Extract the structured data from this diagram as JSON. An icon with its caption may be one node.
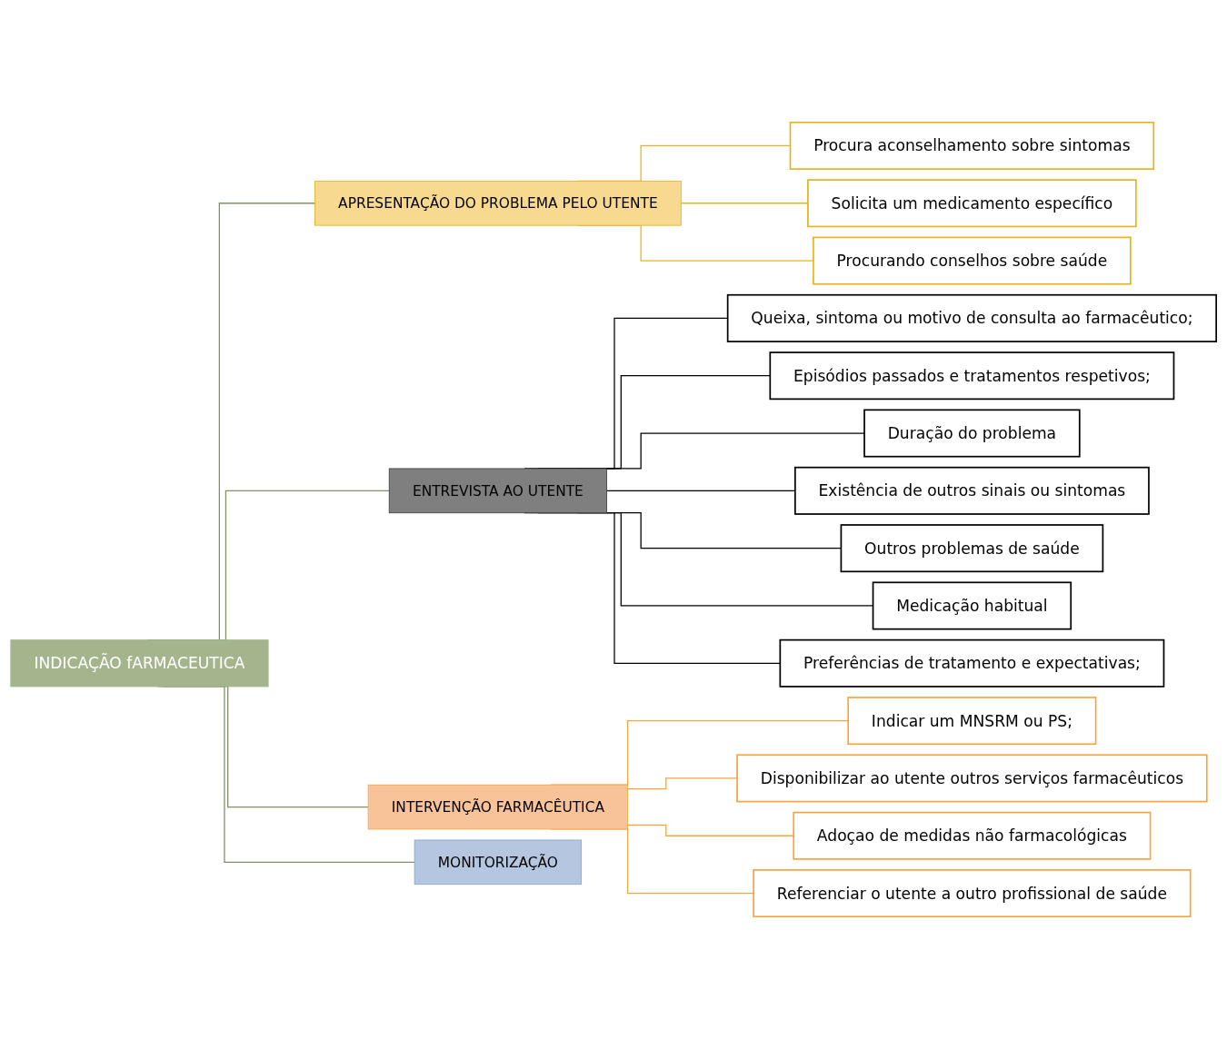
{
  "diagram": {
    "nodes": [
      {
        "text": [
          "INDICAÇÃO fARMACEUTICA"
        ]
      },
      {
        "text": [
          "APRESENTAÇÃO DO PROBLEMA PELO UTENTE"
        ]
      },
      {
        "text": [
          "Procura aconselhamento sobre sintomas"
        ]
      },
      {
        "text": [
          "Solicita um medicamento específico"
        ]
      },
      {
        "text": [
          "Procurando conselhos sobre saúde"
        ]
      },
      {
        "text": [
          "ENTREVISTA AO UTENTE"
        ]
      },
      {
        "text": [
          "Queixa, sintoma ou motivo de consulta ao farmacêutico;"
        ]
      },
      {
        "text": [
          "Episódios passados e tratamentos respetivos;"
        ]
      },
      {
        "text": [
          "Duração do problema"
        ]
      },
      {
        "text": [
          "Existência de outros sinais ou sintomas"
        ]
      },
      {
        "text": [
          "Outros problemas de saúde"
        ]
      },
      {
        "text": [
          "Medicação habitual"
        ]
      },
      {
        "text": [
          "Preferências de tratamento e expectativas;"
        ]
      },
      {
        "text": [
          "INTERVENÇÃO FARMACÊUTICA"
        ]
      },
      {
        "text": [
          "Indicar um MNSRM ou PS;"
        ]
      },
      {
        "text": [
          "Disponibilizar ao utente outros serviços farmacêuticos"
        ]
      },
      {
        "text": [
          "Adoçao de medidas não farmacológicas"
        ]
      },
      {
        "text": [
          "Referenciar o utente a outro profissional de saúde"
        ]
      },
      {
        "text": [
          "MONITORIZAÇÃO"
        ]
      }
    ],
    "edges": [
      {
        "from": 0,
        "to": 1,
        "arrow": "none",
        "color": "#7f9165"
      },
      {
        "from": 0,
        "to": 5,
        "arrow": "none",
        "color": "#7f9165"
      },
      {
        "from": 0,
        "to": 13,
        "arrow": "none",
        "color": "#7f9165"
      },
      {
        "from": 0,
        "to": 18,
        "arrow": "none",
        "color": "#7f9165"
      },
      {
        "from": 1,
        "to": 2,
        "arrow": "none",
        "color": "#e6b422"
      },
      {
        "from": 1,
        "to": 3,
        "arrow": "none",
        "color": "#e6b422"
      },
      {
        "from": 1,
        "to": 4,
        "arrow": "none",
        "color": "#e6b422"
      },
      {
        "from": 5,
        "to": 6,
        "arrow": "none"
      },
      {
        "from": 5,
        "to": 7,
        "arrow": "none"
      },
      {
        "from": 5,
        "to": 8,
        "arrow": "none"
      },
      {
        "from": 5,
        "to": 9,
        "arrow": "none"
      },
      {
        "from": 5,
        "to": 10,
        "arrow": "none"
      },
      {
        "from": 5,
        "to": 11,
        "arrow": "none"
      },
      {
        "from": 5,
        "to": 12,
        "arrow": "none"
      },
      {
        "from": 13,
        "to": 14,
        "arrow": "none",
        "color": "#f4a640"
      },
      {
        "from": 13,
        "to": 15,
        "arrow": "none",
        "color": "#f4a640"
      },
      {
        "from": 13,
        "to": 16,
        "arrow": "none",
        "color": "#f4a640"
      },
      {
        "from": 13,
        "to": 17,
        "arrow": "none",
        "color": "#f4a640"
      }
    ]
  }
}
